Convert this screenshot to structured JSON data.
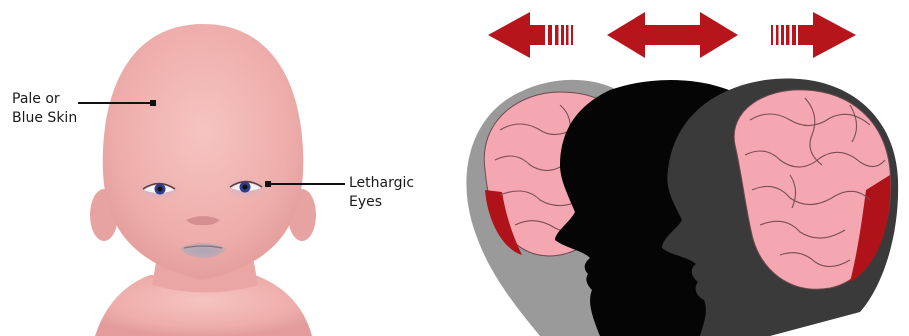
{
  "baby": {
    "callouts": [
      {
        "id": "skin",
        "lines": [
          "Pale or",
          "Blue Skin"
        ]
      },
      {
        "id": "eyes",
        "lines": [
          "Lethargic",
          "Eyes"
        ]
      }
    ]
  },
  "brain_motion": {
    "arrows": [
      {
        "id": "left",
        "direction": "left"
      },
      {
        "id": "both",
        "direction": "left-right"
      },
      {
        "id": "right",
        "direction": "right"
      }
    ],
    "heads": [
      "back-grey",
      "middle-black",
      "front-dark"
    ]
  },
  "colors": {
    "skin": "#f2b8b4",
    "skin_shadow": "#e29a98",
    "arrow": "#b5151b",
    "brain": "#f4a7b1",
    "bruise": "#b0121a",
    "head_grey": "#8e8e8e",
    "head_black": "#050505",
    "head_dark": "#3a3a3a"
  }
}
